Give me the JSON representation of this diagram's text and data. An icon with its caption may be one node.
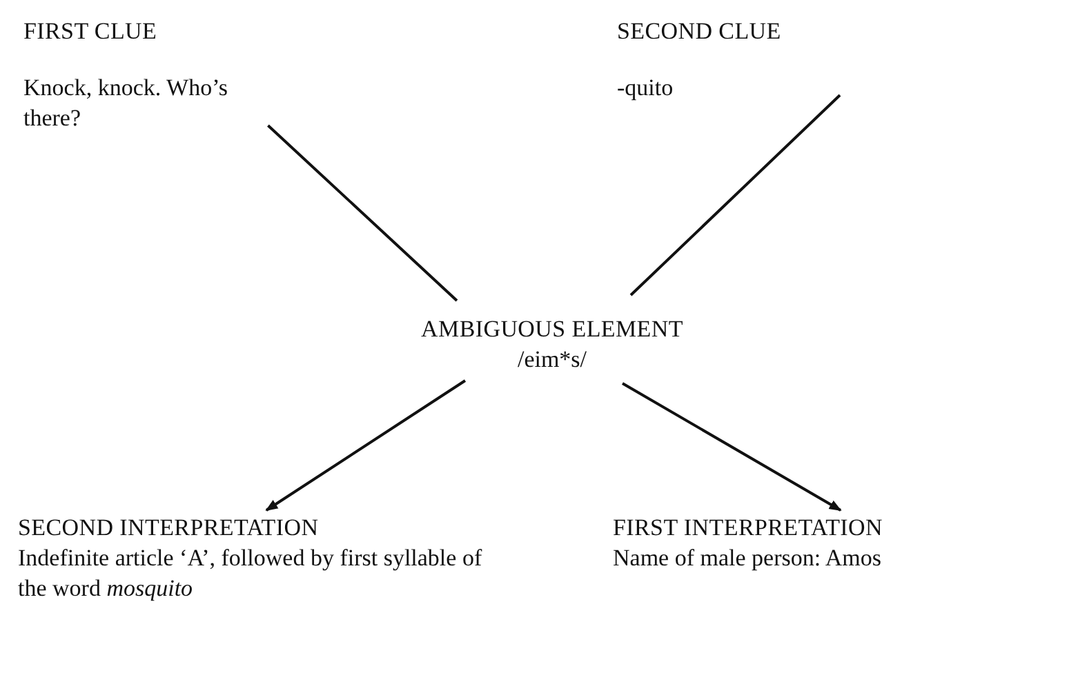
{
  "diagram": {
    "nodes": [
      {
        "text": [
          "FIRST CLUE",
          "Knock, knock. Who’s there?"
        ]
      },
      {
        "text": [
          "SECOND CLUE",
          "-quito"
        ]
      },
      {
        "text": [
          "AMBIGUOUS ELEMENT",
          "/eim*s/"
        ]
      },
      {
        "text": [
          "SECOND INTERPRETATION",
          "Indefinite article ‘A’, followed by first syllable of the word *mosquito*"
        ]
      },
      {
        "text": [
          "FIRST INTERPRETATION",
          "Name of male person: Amos"
        ]
      }
    ],
    "edges": [
      {
        "from": 0,
        "to": 2,
        "arrow": "none"
      },
      {
        "from": 1,
        "to": 2,
        "arrow": "none"
      },
      {
        "from": 2,
        "to": 3,
        "arrow": "to"
      },
      {
        "from": 2,
        "to": 4,
        "arrow": "to"
      }
    ]
  }
}
